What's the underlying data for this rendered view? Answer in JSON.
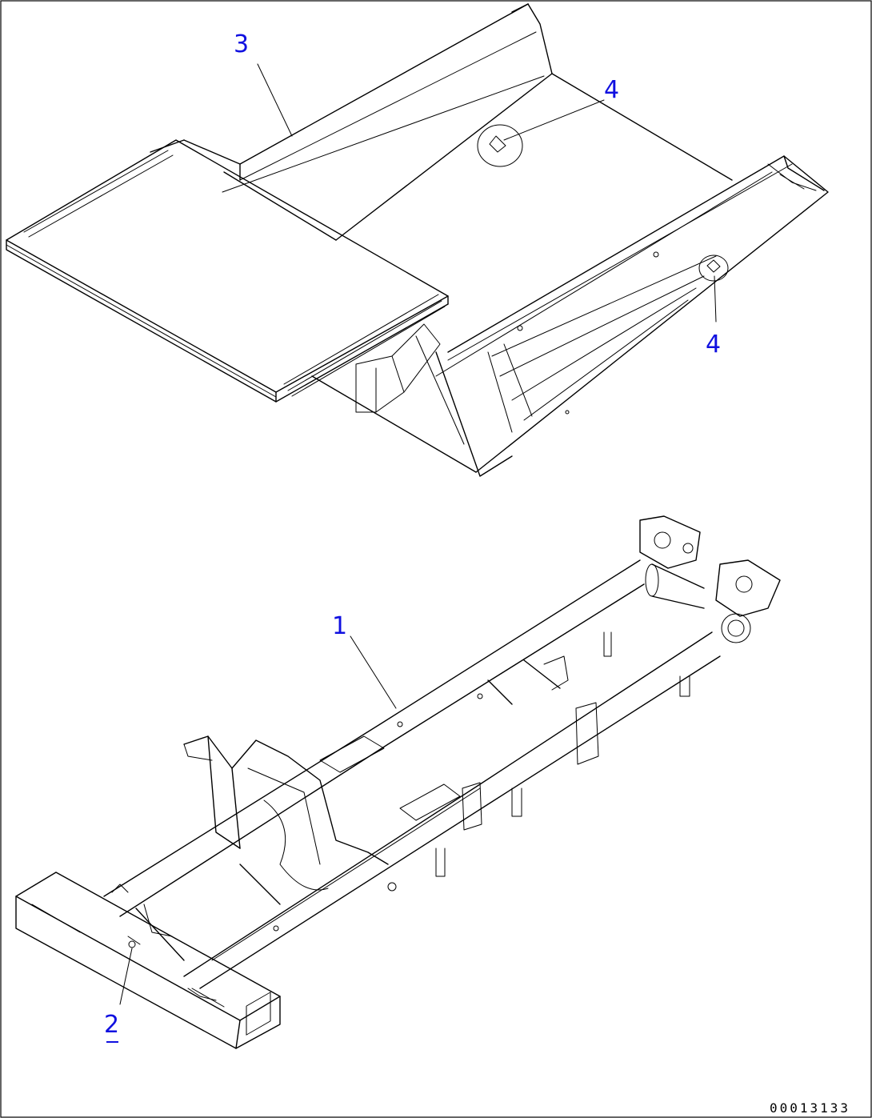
{
  "diagram": {
    "callout_color": "#1010e0",
    "line_color": "#000000",
    "parts": {
      "dump_body": "3",
      "body_pad_upper": "4",
      "body_pad_right": "4",
      "frame": "1",
      "frame_part": "2"
    },
    "drawing_code": "00013133"
  }
}
